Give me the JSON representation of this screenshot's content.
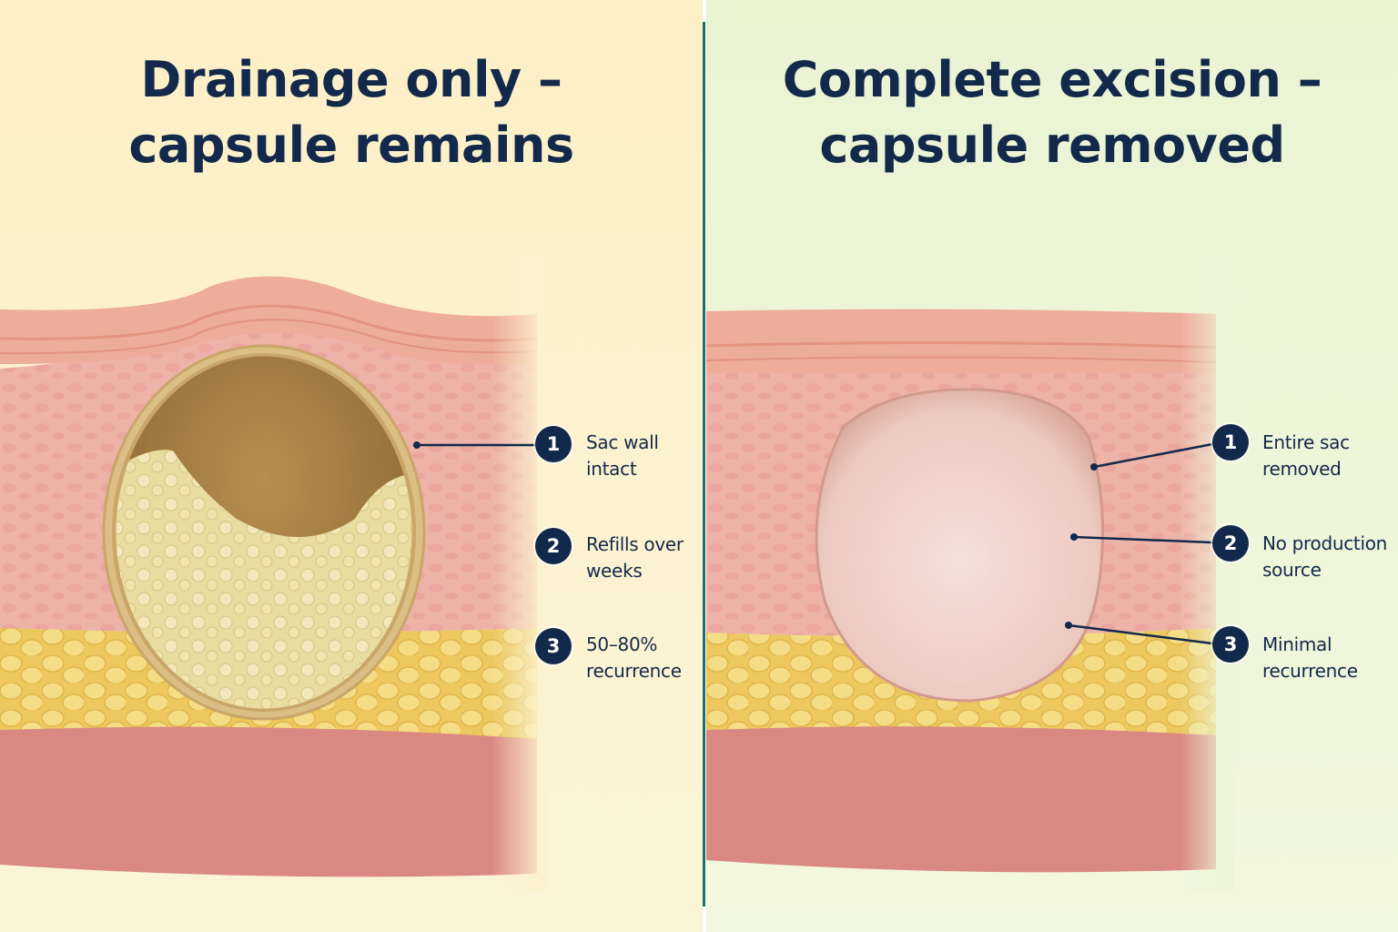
{
  "panels": [
    {
      "title_lines": [
        "Drainage only –",
        "capsule remains"
      ],
      "background": "#fcf1c8",
      "callouts": [
        {
          "number": "1",
          "lines": [
            "Sac wall",
            "intact"
          ]
        },
        {
          "number": "2",
          "lines": [
            "Refills over",
            "weeks"
          ]
        },
        {
          "number": "3",
          "lines": [
            "50–80%",
            "recurrence"
          ]
        }
      ]
    },
    {
      "title_lines": [
        "Complete excision –",
        "capsule removed"
      ],
      "background": "#edf5d6",
      "callouts": [
        {
          "number": "1",
          "lines": [
            "Entire sac",
            "removed"
          ]
        },
        {
          "number": "2",
          "lines": [
            "No production",
            "source"
          ]
        },
        {
          "number": "3",
          "lines": [
            "Minimal",
            "recurrence"
          ]
        }
      ]
    }
  ],
  "colors": {
    "title": "#13294b",
    "badge": "#13294b",
    "divider": "#1d6f6a",
    "epidermis": "#eeac9a",
    "dermis": "#eeb3a8",
    "fat": "#f0d37a",
    "muscle": "#d98882",
    "cyst_contents": "#ece0a8",
    "cyst_capsule": "#dcbf84",
    "excision_cavity": "#f0d6cf"
  }
}
